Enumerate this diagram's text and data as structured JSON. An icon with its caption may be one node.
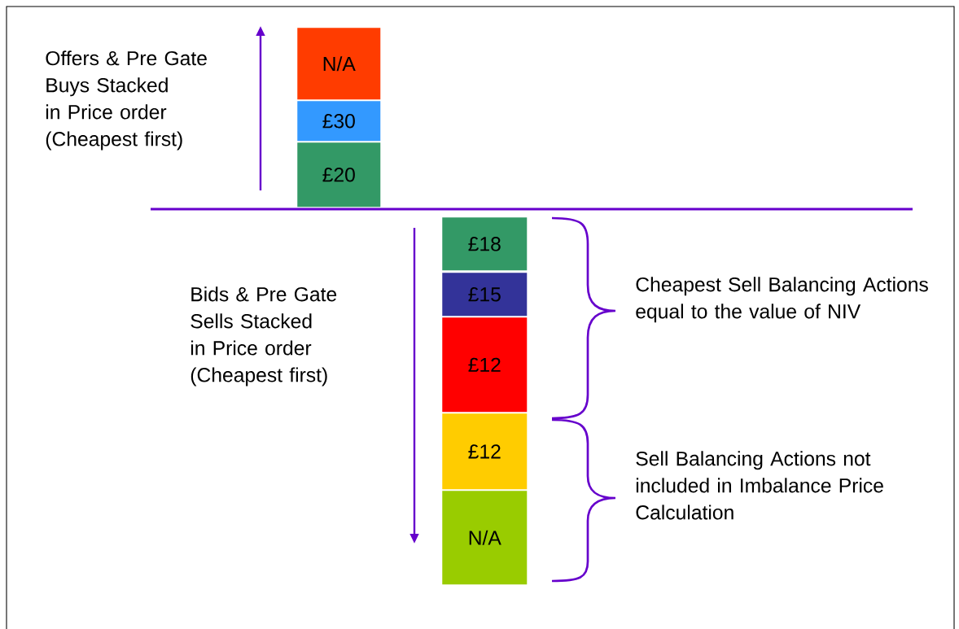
{
  "diagram": {
    "nodes": [
      {
        "text": [
          "N/A"
        ]
      },
      {
        "text": [
          "£30"
        ]
      },
      {
        "text": [
          "£20"
        ]
      },
      {
        "text": [
          "£18"
        ]
      },
      {
        "text": [
          "£15"
        ]
      },
      {
        "text": [
          "£12"
        ]
      },
      {
        "text": [
          "£12"
        ]
      },
      {
        "text": [
          "N/A"
        ]
      }
    ],
    "labels": [
      "Offers & Pre Gate Buys Stacked in Price order (Cheapest first)",
      "Bids & Pre Gate Sells Stacked in Price order (Cheapest first)",
      "Cheapest Sell Balancing Actions equal to the value of NIV",
      "Sell Balancing Actions not included in Imbalance Price Calculation"
    ]
  }
}
